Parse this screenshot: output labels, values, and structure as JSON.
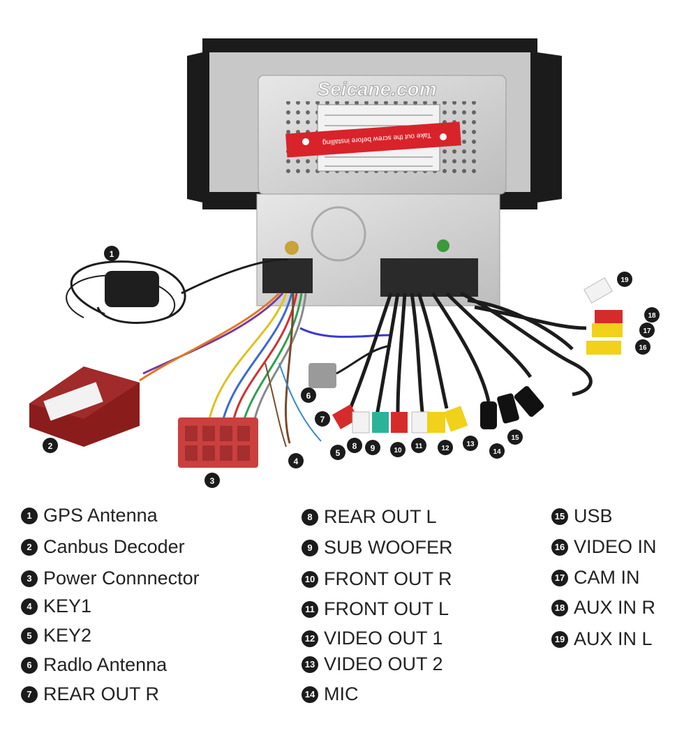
{
  "watermark": "Seicane.com",
  "sticker_text": "Take out the screw before installing",
  "legend": [
    {
      "n": "1",
      "label": "GPS Antenna"
    },
    {
      "n": "2",
      "label": "Canbus Decoder"
    },
    {
      "n": "3",
      "label": "Power Connnector"
    },
    {
      "n": "4",
      "label": "KEY1"
    },
    {
      "n": "5",
      "label": "KEY2"
    },
    {
      "n": "6",
      "label": "Radlo Antenna"
    },
    {
      "n": "7",
      "label": "REAR OUT R"
    },
    {
      "n": "8",
      "label": "REAR OUT L"
    },
    {
      "n": "9",
      "label": "SUB WOOFER"
    },
    {
      "n": "10",
      "label": "FRONT OUT R"
    },
    {
      "n": "11",
      "label": "FRONT OUT L"
    },
    {
      "n": "12",
      "label": "VIDEO OUT 1"
    },
    {
      "n": "13",
      "label": "VIDEO OUT 2"
    },
    {
      "n": "14",
      "label": "MIC"
    },
    {
      "n": "15",
      "label": "USB"
    },
    {
      "n": "16",
      "label": "VIDEO IN"
    },
    {
      "n": "17",
      "label": "CAM IN"
    },
    {
      "n": "18",
      "label": "AUX IN R"
    },
    {
      "n": "19",
      "label": "AUX IN L"
    }
  ],
  "colors": {
    "cable": "#1c1c1c",
    "sticker": "#d8232a",
    "connector_red": "#c9403f",
    "decoder": "#8a1c1c",
    "rca_red": "#d62b2b",
    "rca_white": "#f2f2f2",
    "rca_yellow": "#f1d11a",
    "rca_green": "#2bb39a"
  }
}
